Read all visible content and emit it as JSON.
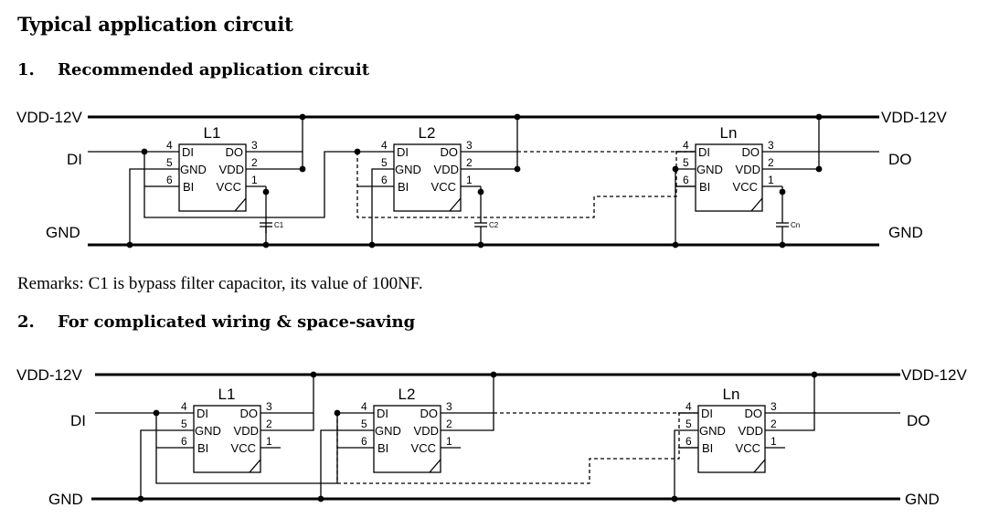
{
  "title": "Typical application circuit",
  "section1": {
    "number": "1.",
    "title": "Recommended application circuit"
  },
  "remark": "Remarks: C1 is bypass filter capacitor, its value of 100NF.",
  "section2": {
    "number": "2.",
    "title": "For complicated wiring & space-saving"
  },
  "labels": {
    "vdd": "VDD-12V",
    "gnd": "GND",
    "di": "DI",
    "do": "DO"
  },
  "chips": [
    {
      "name": "L1",
      "cap": "C1"
    },
    {
      "name": "L2",
      "cap": "C2"
    },
    {
      "name": "Ln",
      "cap": "Cn"
    }
  ],
  "pins": {
    "di": "DI",
    "do": "DO",
    "gnd": "GND",
    "vdd": "VDD",
    "bi": "BI",
    "vcc": "VCC",
    "n1": "1",
    "n2": "2",
    "n3": "3",
    "n4": "4",
    "n5": "5",
    "n6": "6"
  }
}
